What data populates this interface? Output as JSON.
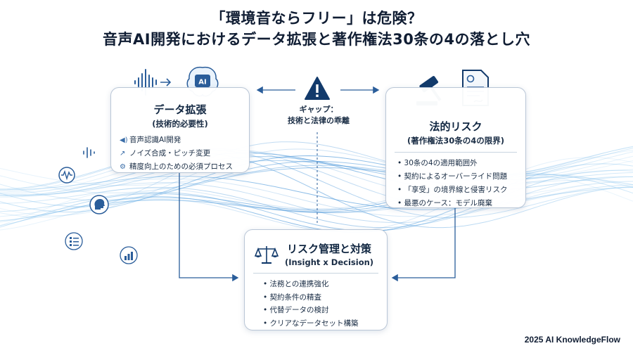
{
  "title": {
    "line1": "「環境音ならフリー」は危険？",
    "line2": "音声AI開発におけるデータ拡張と著作権法30条の4の落とし穴"
  },
  "data_card": {
    "title": "データ拡張",
    "subtitle": "(技術的必要性)",
    "items": [
      "音声認識AI開発",
      "ノイズ合成・ピッチ変更",
      "精度向上のための必須プロセス"
    ]
  },
  "gap": {
    "line1": "ギャップ：",
    "line2": "技術と法律の乖離"
  },
  "legal_card": {
    "title": "法的リスク",
    "subtitle": "(著作権法30条の4の限界)",
    "items": [
      "30条の4の適用範囲外",
      "契約によるオーバーライド問題",
      "「享受」の境界線と侵害リスク",
      "最悪のケース：モデル廃棄"
    ]
  },
  "risk_card": {
    "title": "リスク管理と対策",
    "subtitle": "(Insight x Decision)",
    "items": [
      "法務との連携強化",
      "契約条件の精査",
      "代替データの検討",
      "クリアなデータセット構築"
    ]
  },
  "ai_chip_label": "AI",
  "credit": "2025 AI KnowledgeFlow",
  "colors": {
    "accent": "#2a5d9a",
    "wave": "#5aa6e0",
    "navy": "#0f2540",
    "warning": "#123a6b"
  }
}
